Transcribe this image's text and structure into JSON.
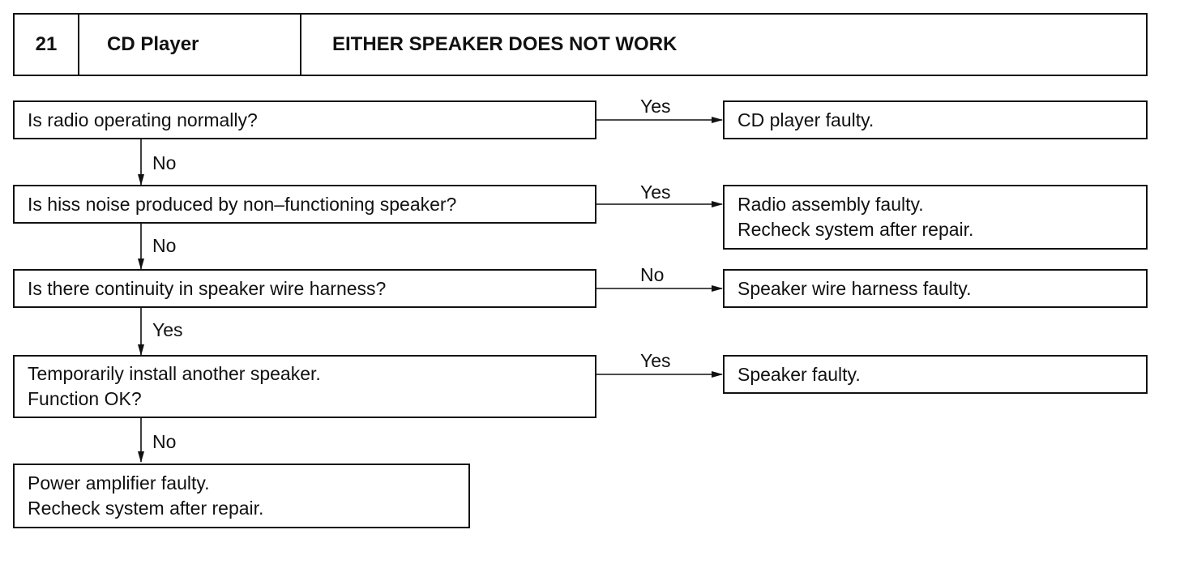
{
  "header": {
    "number": "21",
    "system": "CD Player",
    "title": "EITHER SPEAKER DOES NOT WORK"
  },
  "steps": [
    {
      "lines": [
        "Is radio operating normally?"
      ],
      "branch": "Yes",
      "next": "No",
      "result": {
        "lines": [
          "CD player faulty."
        ]
      }
    },
    {
      "lines": [
        "Is hiss noise produced by non–functioning speaker?"
      ],
      "branch": "Yes",
      "next": "No",
      "result": {
        "lines": [
          "Radio assembly faulty.",
          "Recheck system after repair."
        ]
      }
    },
    {
      "lines": [
        "Is there continuity in speaker wire harness?"
      ],
      "branch": "No",
      "next": "Yes",
      "result": {
        "lines": [
          "Speaker wire harness faulty."
        ]
      }
    },
    {
      "lines": [
        "Temporarily install another speaker.",
        "Function OK?"
      ],
      "branch": "Yes",
      "next": "No",
      "result": {
        "lines": [
          "Speaker faulty."
        ]
      }
    }
  ],
  "final": {
    "lines": [
      "Power amplifier faulty.",
      "Recheck system after repair."
    ]
  }
}
